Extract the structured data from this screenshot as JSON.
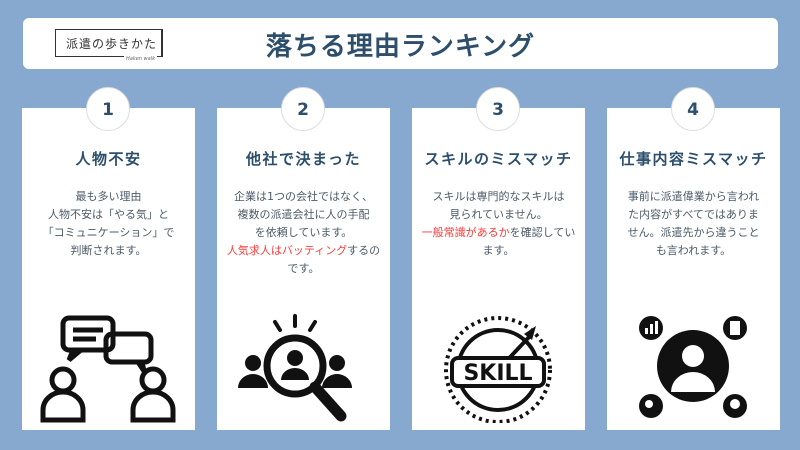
{
  "header": {
    "logo_text": "派遣の歩きかた",
    "logo_sub": "Haken walk",
    "title": "落ちる理由ランキング"
  },
  "cards": [
    {
      "number": "1",
      "title": "人物不安",
      "body": [
        "最も多い理由",
        "人物不安は「やる気」と",
        "「コミュニケーション」で",
        "判断されます。"
      ]
    },
    {
      "number": "2",
      "title": "他社で決まった",
      "body": [
        "企業は1つの会社ではなく、",
        "複数の派遣会社に人の手配",
        "を依頼しています。"
      ],
      "highlight": "人気求人はバッティング",
      "after": "するのです。"
    },
    {
      "number": "3",
      "title": "スキルのミスマッチ",
      "body": [
        "スキルは専門的なスキルは",
        "見られていません。"
      ],
      "highlight": "一般常識があるか",
      "after": "を確認しています。",
      "icon_text": "SKILL"
    },
    {
      "number": "4",
      "title": "仕事内容ミスマッチ",
      "body": [
        "事前に派遣偉業から言われ",
        "た内容がすべてではありま",
        "せん。派遣先から違うこと",
        "も言われます。"
      ]
    }
  ]
}
